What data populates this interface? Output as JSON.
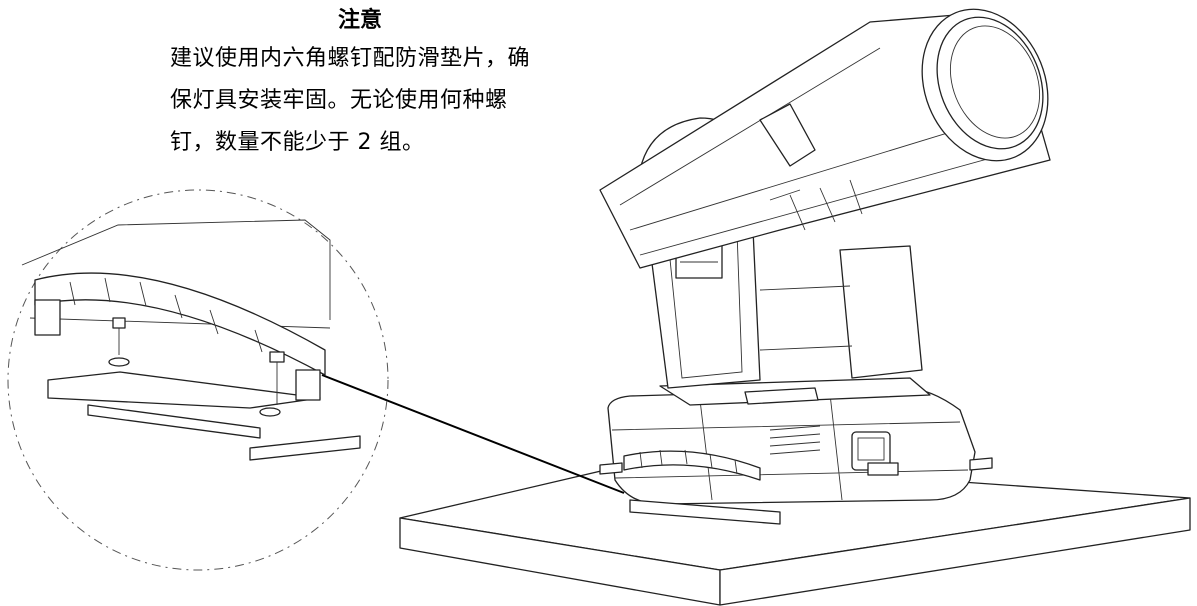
{
  "note": {
    "title": "注意",
    "lines": [
      "建议使用内六角螺钉配防滑垫片，确",
      "保灯具安装牢固。无论使用何种螺",
      "钉，数量不能少于 2 组。"
    ]
  }
}
